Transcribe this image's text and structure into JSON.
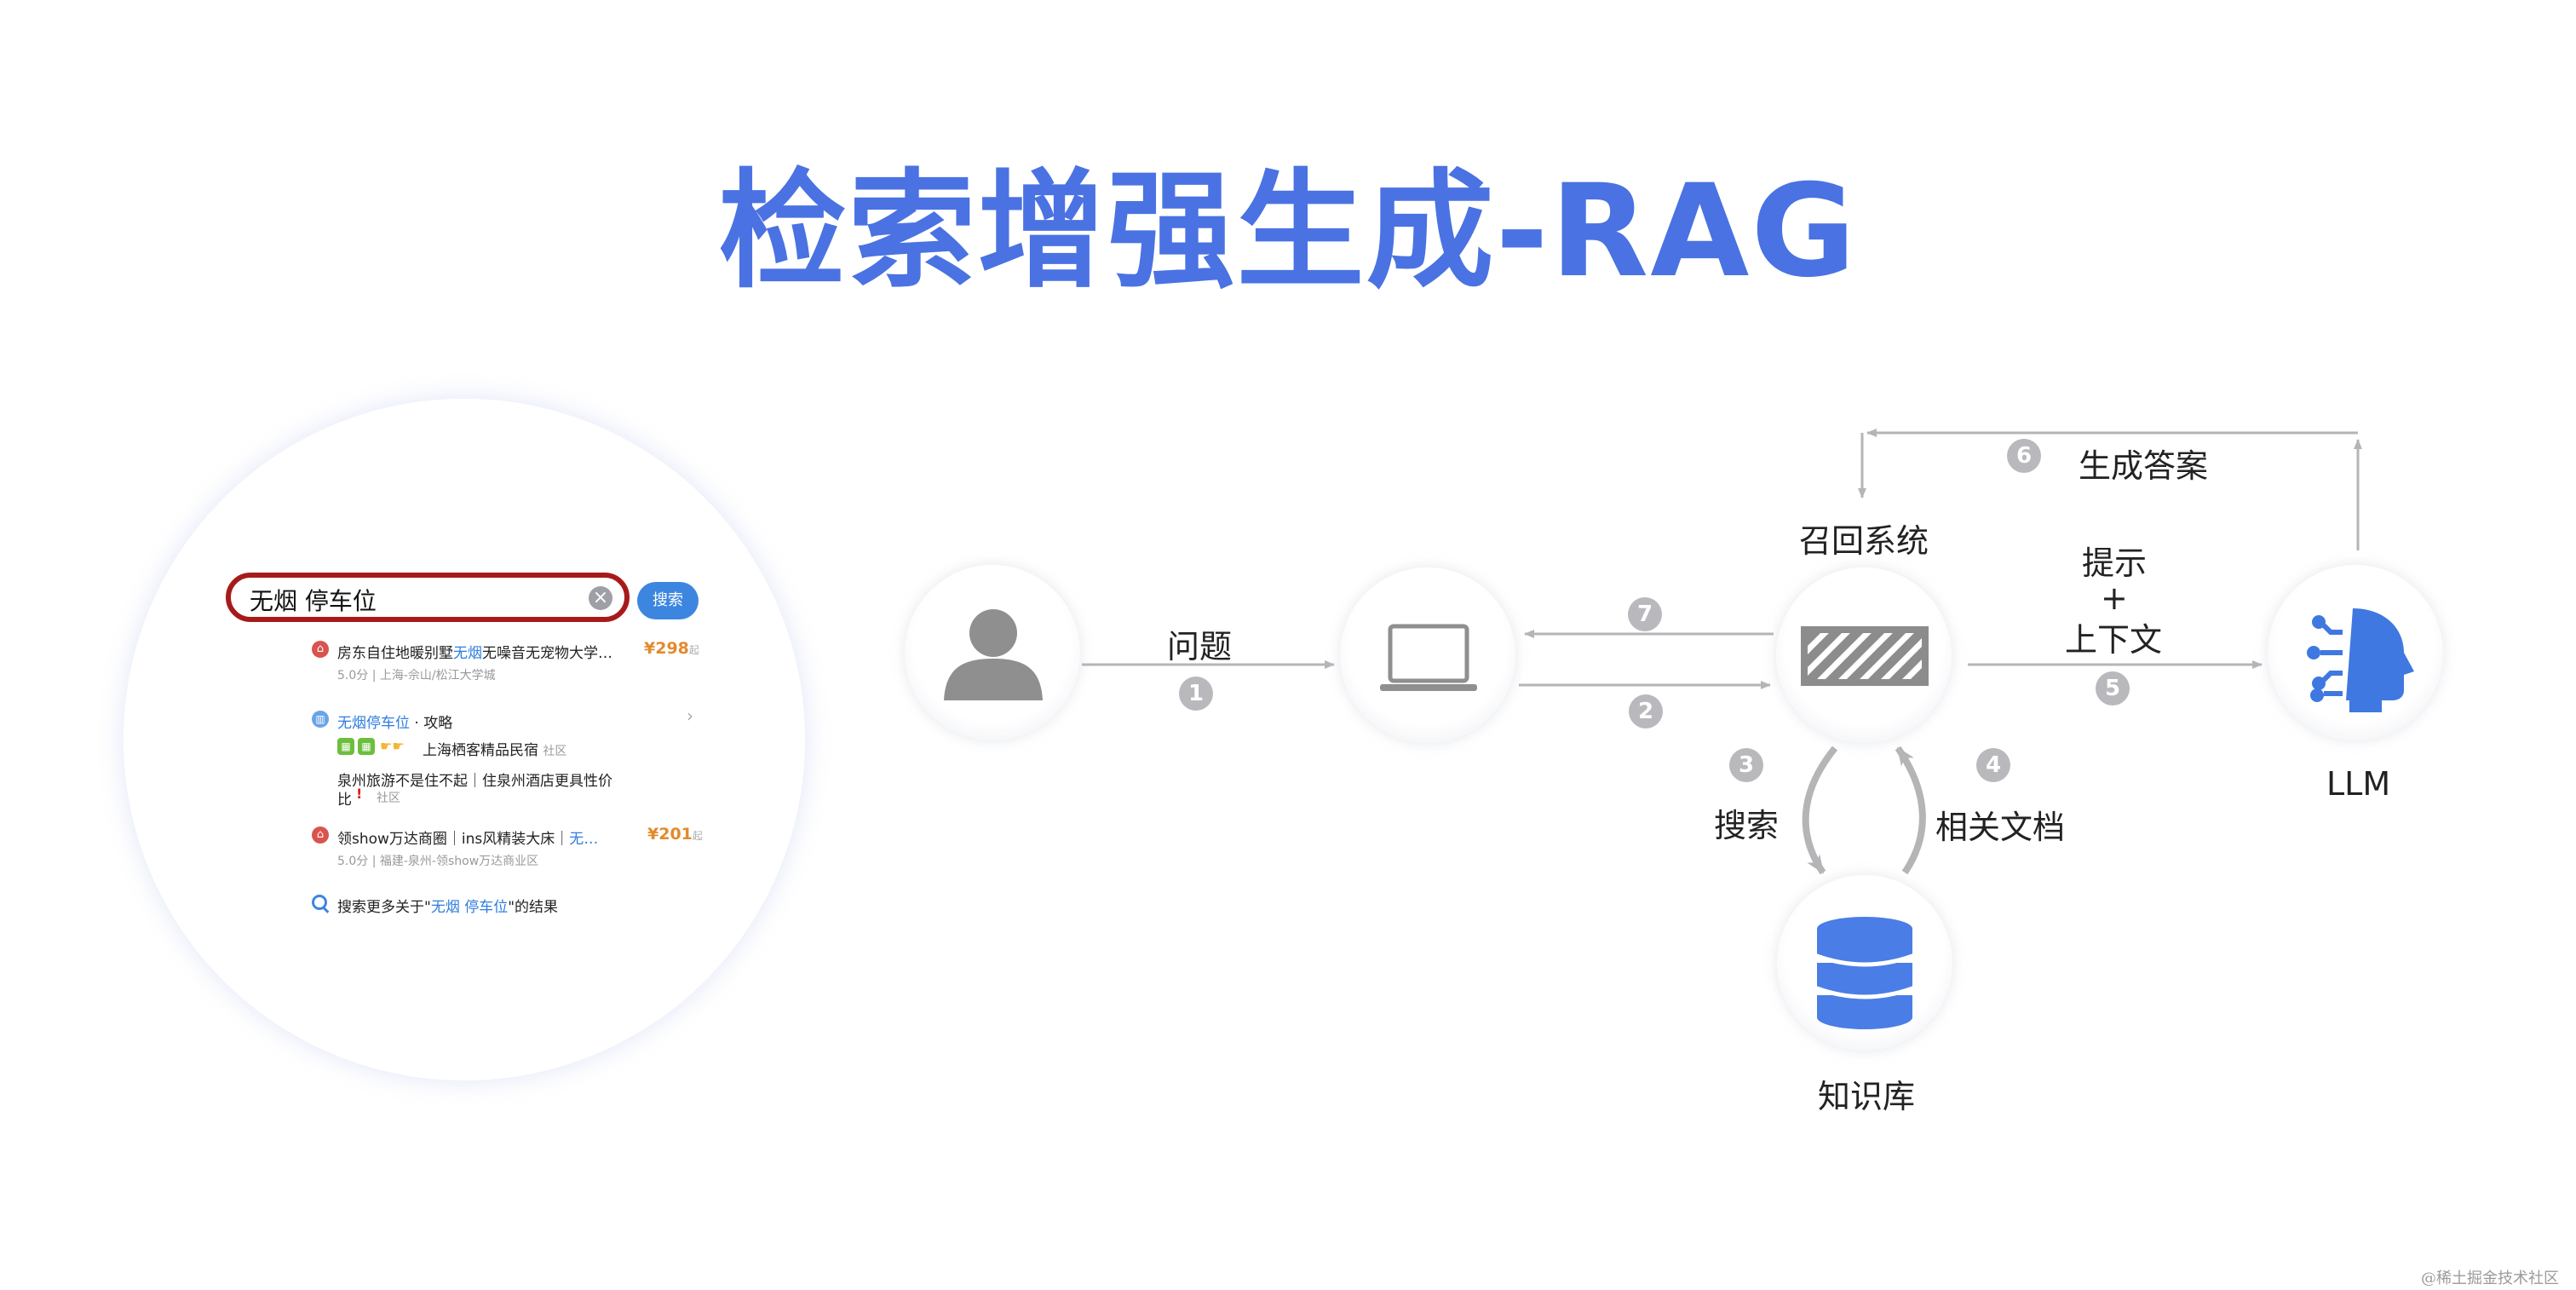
{
  "title": "检索增强生成-RAG",
  "phone": {
    "search_value": "无烟 停车位",
    "clear_symbol": "×",
    "search_button": "搜索",
    "results": [
      {
        "icon": "house-icon",
        "title_pre": "房东自住地暖别墅",
        "title_hl": "无烟",
        "title_post": "无噪音无宠物大学…",
        "meta": "5.0分 | 上海-佘山/松江大学城",
        "price": "¥298",
        "price_suffix": "起"
      },
      {
        "icon": "guide-icon",
        "title_hl": "无烟停车位",
        "title_post": " · 攻略",
        "line1": "上海栖客精品民宿",
        "line1_tag": "社区",
        "line2": "泉州旅游不是住不起｜住泉州酒店更具性价",
        "line3": "比",
        "line3_tag": "社区"
      },
      {
        "icon": "house-icon",
        "title_pre": "领show万达商圈｜ins风精装大床｜",
        "title_hl": "无…",
        "meta": "5.0分 | 福建-泉州-领show万达商业区",
        "price": "¥201",
        "price_suffix": "起"
      }
    ],
    "more_pre": "搜索更多关于\"",
    "more_hl": "无烟 停车位",
    "more_post": "\"的结果"
  },
  "diagram": {
    "nodes": {
      "user": "user-icon",
      "app": "laptop-icon",
      "retrieval": "召回系统",
      "kb": "知识库",
      "llm": "LLM"
    },
    "labels": {
      "question": "问题",
      "search": "搜索",
      "related_docs": "相关文档",
      "prompt": "提示",
      "plus": "+",
      "context": "上下文",
      "generate": "生成答案"
    },
    "steps": [
      "1",
      "2",
      "3",
      "4",
      "5",
      "6",
      "7"
    ]
  },
  "watermark": "@稀土掘金技术社区",
  "colors": {
    "title": "#4a72e2",
    "kb": "#4a7de6",
    "llm": "#3f78e0",
    "highlight_border": "#a81a1a"
  }
}
